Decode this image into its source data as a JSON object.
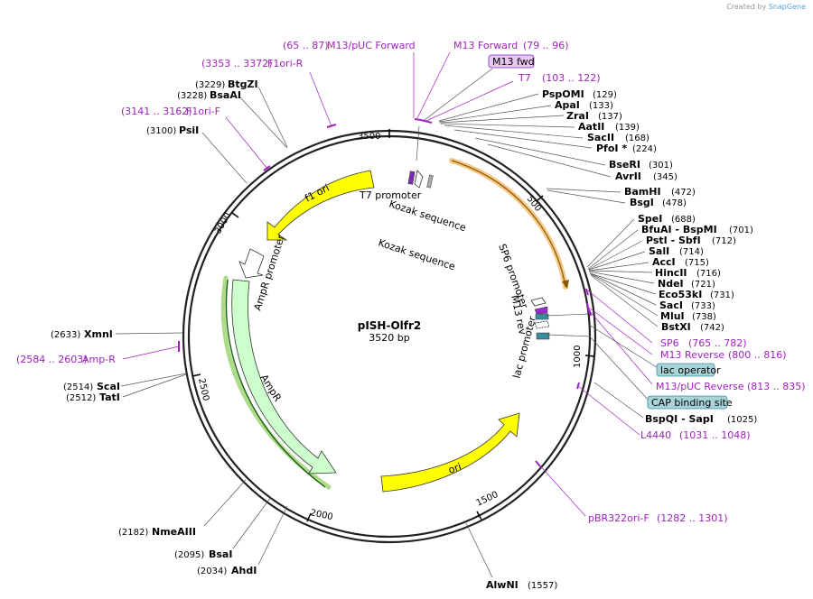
{
  "credit": {
    "prefix": "Created by",
    "brand": "SnapGene"
  },
  "plasmid": {
    "name": "pISH-Olfr2",
    "length_label": "3520 bp",
    "length": 3520
  },
  "ticks": [
    "500",
    "1000",
    "1500",
    "2000",
    "2500",
    "3000",
    "3500"
  ],
  "features": {
    "f1_ori": "f1 ori",
    "ampr_promoter": "AmpR promoter",
    "ampr": "AmpR",
    "ori": "ori",
    "t7_promoter": "T7 promoter",
    "kozak1": "Kozak sequence",
    "kozak2": "Kozak sequence",
    "sp6_promoter": "SP6 promoter",
    "m13_rev": "M13 rev",
    "lac_promoter": "lac promoter"
  },
  "sites_right": [
    {
      "name": "PspOMI",
      "pos": "(129)"
    },
    {
      "name": "ApaI",
      "pos": "(133)"
    },
    {
      "name": "ZraI",
      "pos": "(137)"
    },
    {
      "name": "AatII",
      "pos": "(139)"
    },
    {
      "name": "SacII",
      "pos": "(168)"
    },
    {
      "name": "PfoI *",
      "pos": "(224)"
    },
    {
      "name": "BseRI",
      "pos": "(301)"
    },
    {
      "name": "AvrII",
      "pos": "(345)"
    },
    {
      "name": "BamHI",
      "pos": "(472)"
    },
    {
      "name": "BsgI",
      "pos": "(478)"
    },
    {
      "name": "SpeI",
      "pos": "(688)"
    },
    {
      "name": "BfuAI - BspMI",
      "pos": "(701)"
    },
    {
      "name": "PstI - SbfI",
      "pos": "(712)"
    },
    {
      "name": "SalI",
      "pos": "(714)"
    },
    {
      "name": "AccI",
      "pos": "(715)"
    },
    {
      "name": "HincII",
      "pos": "(716)"
    },
    {
      "name": "NdeI",
      "pos": "(721)"
    },
    {
      "name": "Eco53kI",
      "pos": "(731)"
    },
    {
      "name": "SacI",
      "pos": "(733)"
    },
    {
      "name": "MluI",
      "pos": "(738)"
    },
    {
      "name": "BstXI",
      "pos": "(742)"
    },
    {
      "name": "BspQI - SapI",
      "pos": "(1025)"
    },
    {
      "name": "AlwNI",
      "pos": "(1557)"
    }
  ],
  "sites_left": [
    {
      "name": "BtgZI",
      "pos": "(3229)"
    },
    {
      "name": "BsaAI",
      "pos": "(3228)"
    },
    {
      "name": "PsiI",
      "pos": "(3100)"
    },
    {
      "name": "XmnI",
      "pos": "(2633)"
    },
    {
      "name": "ScaI",
      "pos": "(2514)"
    },
    {
      "name": "TatI",
      "pos": "(2512)"
    },
    {
      "name": "NmeAIII",
      "pos": "(2182)"
    },
    {
      "name": "BsaI",
      "pos": "(2095)"
    },
    {
      "name": "AhdI",
      "pos": "(2034)"
    }
  ],
  "primers": [
    {
      "name": "M13/pUC Forward",
      "range": "(65 .. 87)"
    },
    {
      "name": "M13 Forward",
      "range": "(79 .. 96)"
    },
    {
      "name": "T7",
      "range": "(103 .. 122)"
    },
    {
      "name": "F1ori-R",
      "range": "(3353 .. 3372)"
    },
    {
      "name": "F1ori-F",
      "range": "(3141 .. 3162)"
    },
    {
      "name": "Amp-R",
      "range": "(2584 .. 2603)"
    },
    {
      "name": "SP6",
      "range": "(765 .. 782)"
    },
    {
      "name": "M13 Reverse",
      "range": "(800 .. 816)"
    },
    {
      "name": "M13/pUC Reverse",
      "range": "(813 .. 835)"
    },
    {
      "name": "L4440",
      "range": "(1031 .. 1048)"
    },
    {
      "name": "pBR322ori-F",
      "range": "(1282 .. 1301)"
    }
  ],
  "boxed": {
    "m13_fwd": "M13 fwd",
    "lac_operator": "lac operator",
    "cap_site": "CAP binding site"
  },
  "colors": {
    "primer": "#a020c0",
    "f1_ori": "#ffff00",
    "ampr": "#ccffcc",
    "ori": "#ffff00",
    "sp6_glow": "#f5c27a",
    "box_fill_purple": "#e8c8f0",
    "box_fill_teal": "#a8d4d8"
  }
}
